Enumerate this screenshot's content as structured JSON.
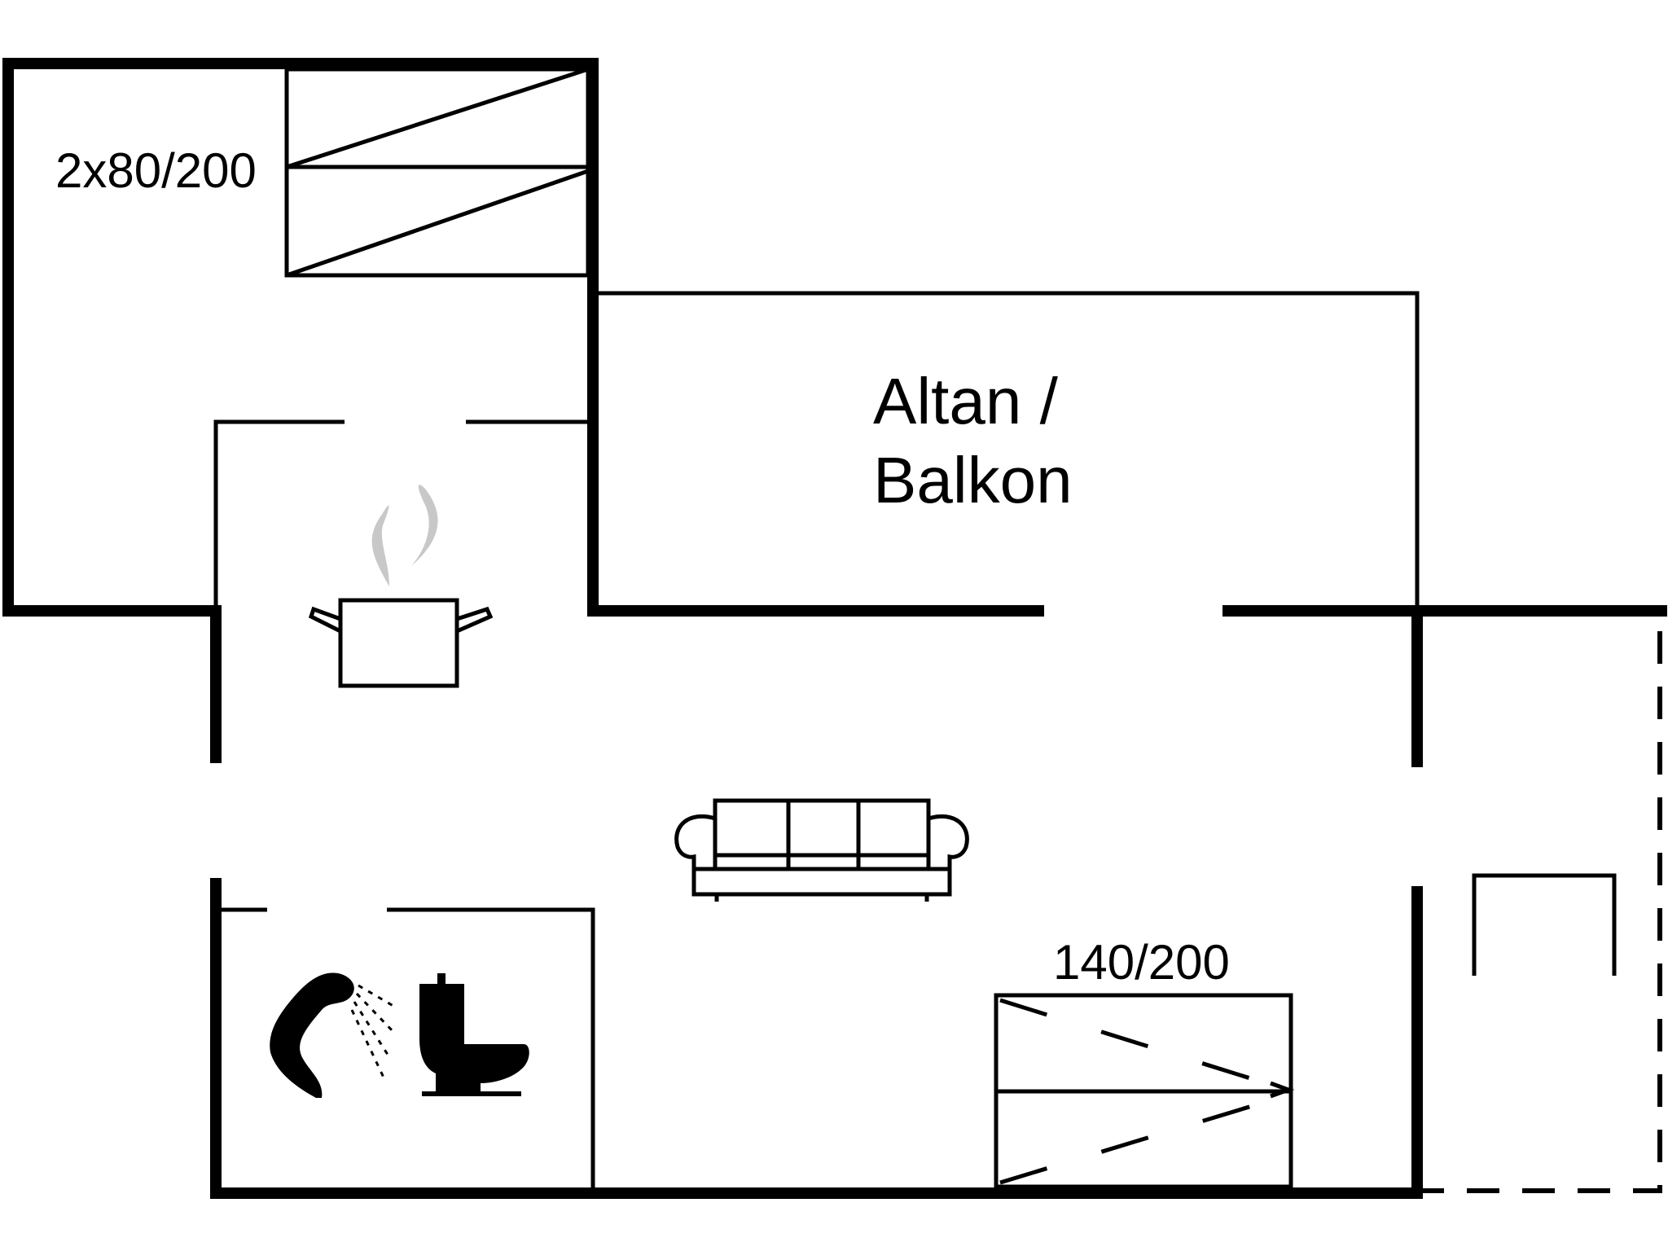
{
  "labels": {
    "bunk_beds": "2x80/200",
    "balcony_line1": "Altan /",
    "balcony_line2": "Balkon",
    "double_bed": "140/200"
  },
  "icons": {
    "cooking": "cooking-pot-icon",
    "sofa": "sofa-icon",
    "shower": "shower-icon",
    "toilet": "toilet-icon"
  },
  "colors": {
    "line": "#000000",
    "steam": "#c8c8c8",
    "background": "#ffffff"
  }
}
